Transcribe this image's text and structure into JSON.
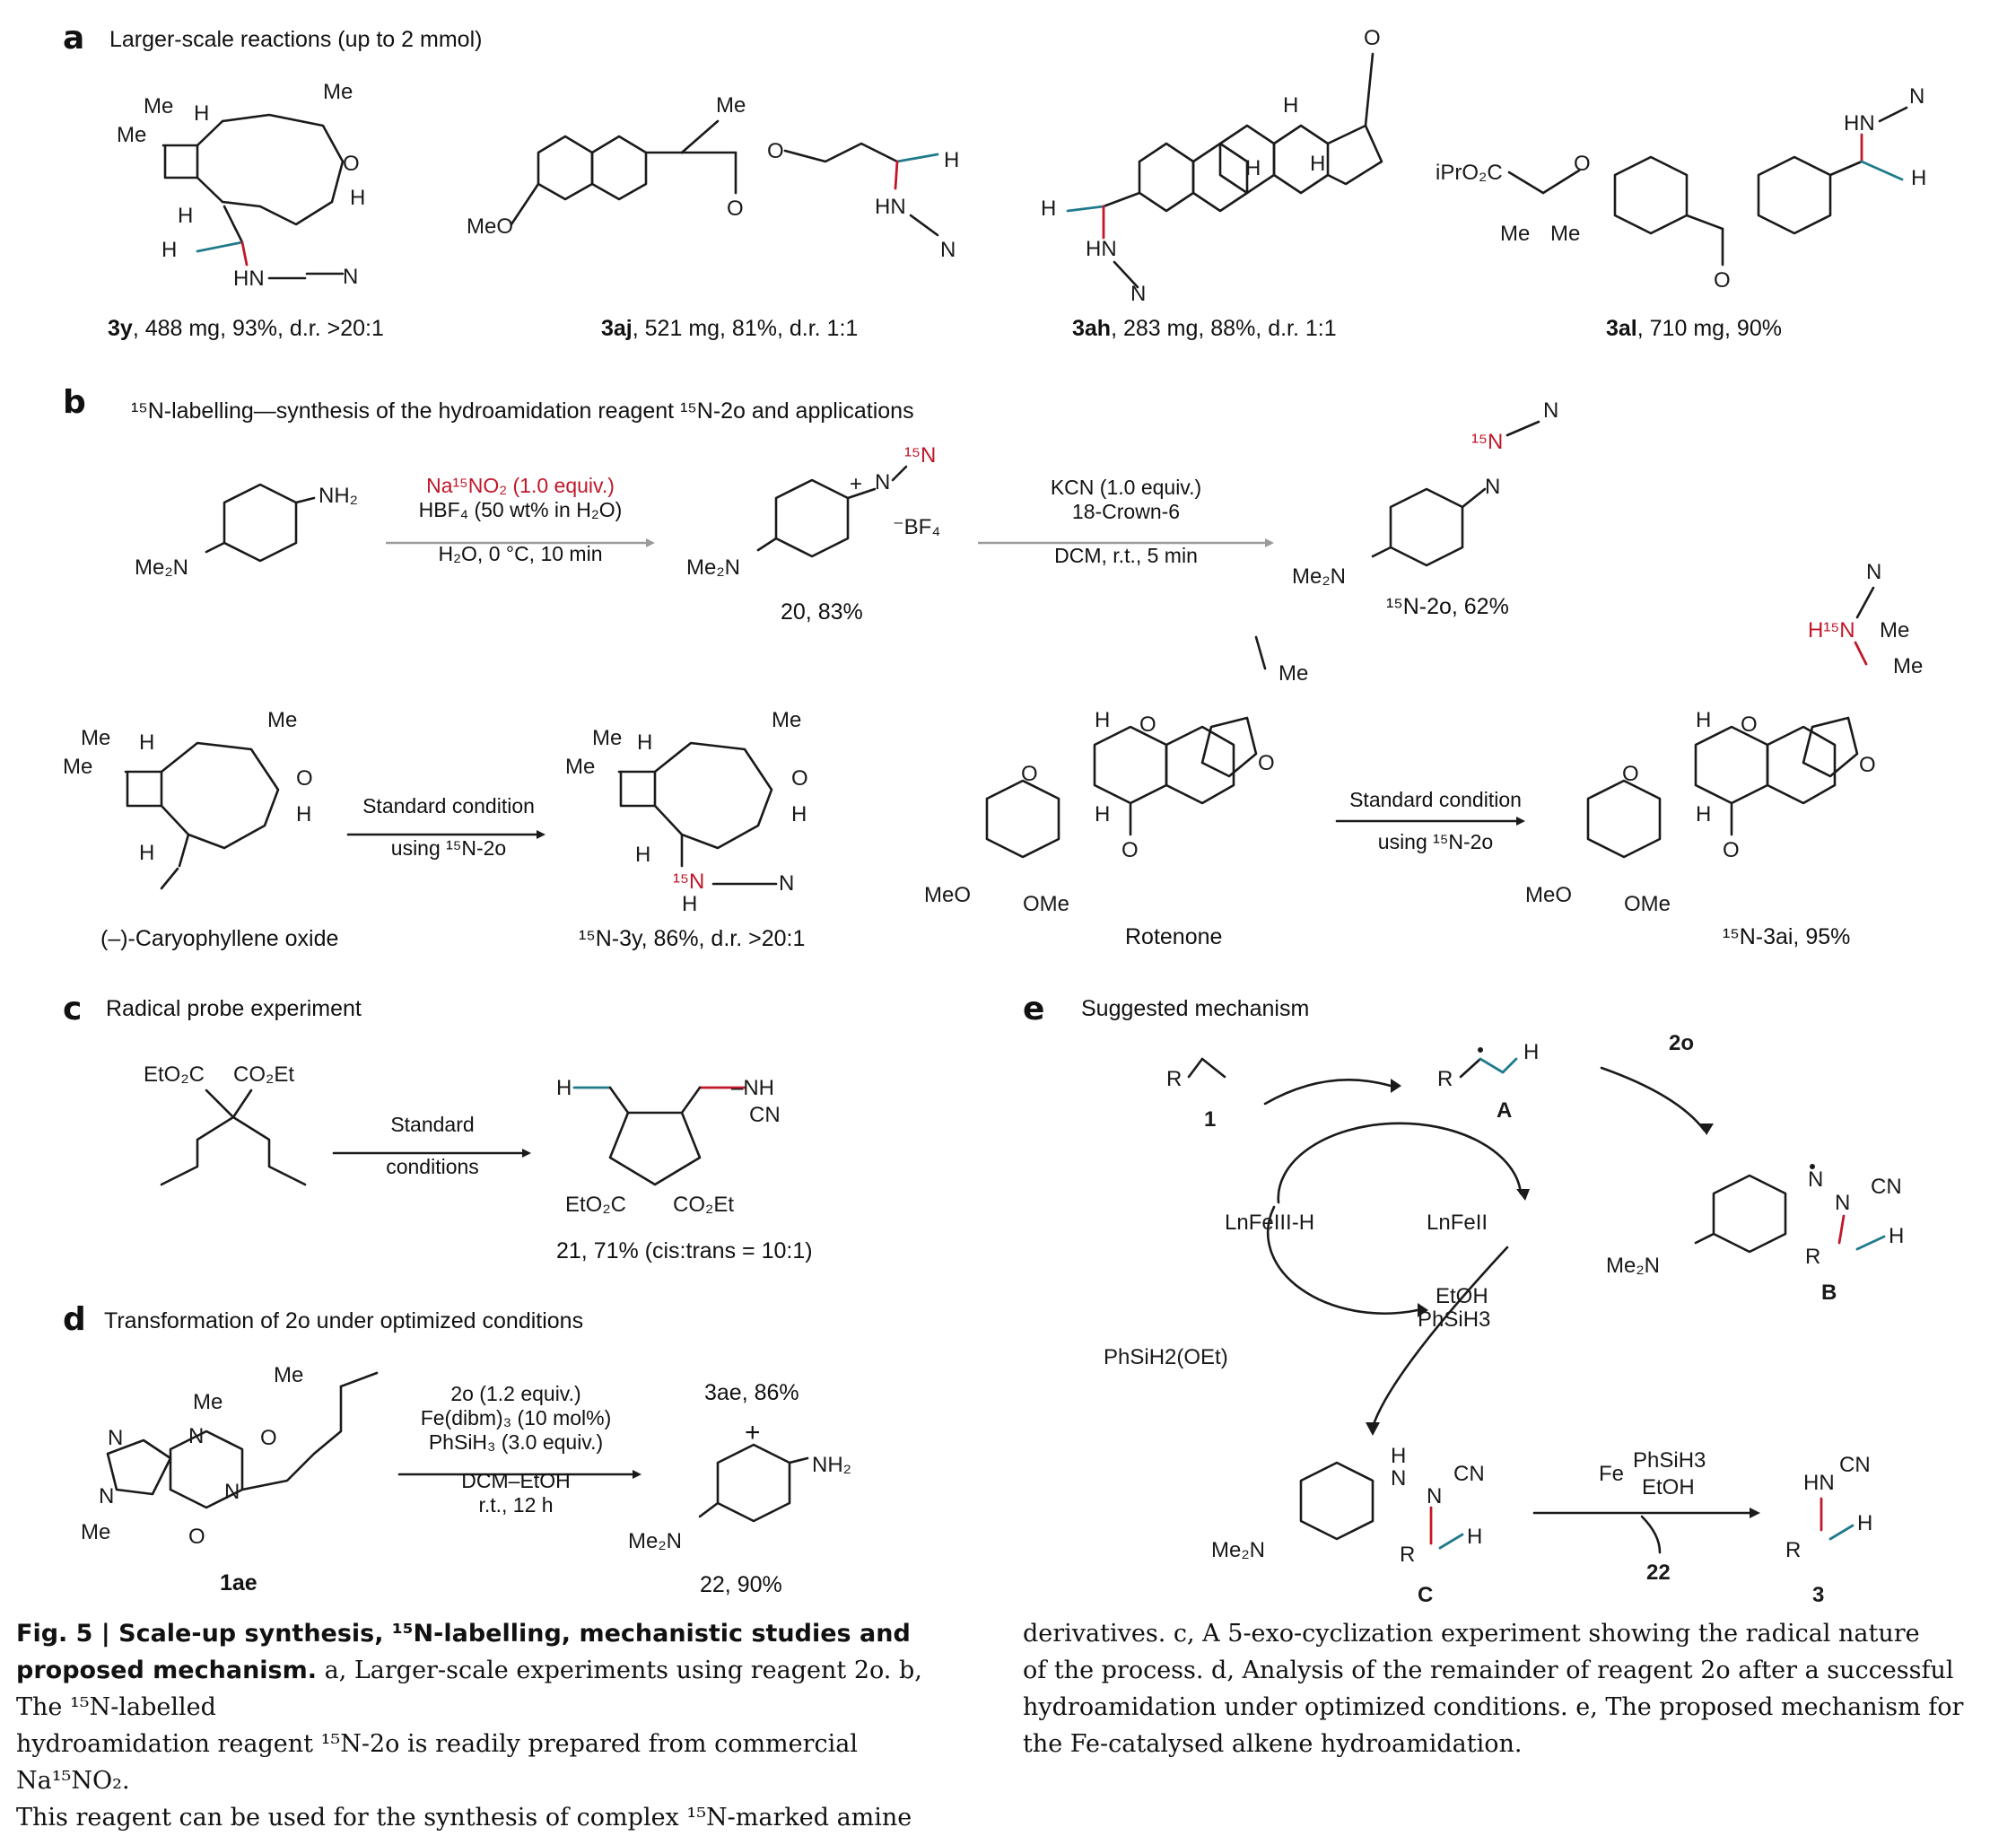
{
  "panels": {
    "a": {
      "letter": "a",
      "title": "Larger-scale reactions (up to 2 mmol)",
      "captions": [
        {
          "id": "3y",
          "rest": ", 488 mg, 93%, d.r. >20:1"
        },
        {
          "id": "3aj",
          "rest": ", 521 mg, 81%, d.r. 1:1"
        },
        {
          "id": "3ah",
          "rest": ", 283 mg, 88%, d.r. 1:1"
        },
        {
          "id": "3al",
          "rest": ", 710 mg, 90%"
        }
      ]
    },
    "b": {
      "letter": "b",
      "title": "¹⁵N-labelling—synthesis of the hydroamidation reagent ¹⁵N-2o and applications",
      "reagents1": {
        "line1": "Na¹⁵NO₂ (1.0 equiv.)",
        "line2": "HBF₄ (50 wt% in H₂O)",
        "line3": "H₂O, 0 °C, 10 min"
      },
      "reagents2": {
        "line1": "KCN (1.0 equiv.)",
        "line2": "18-Crown-6",
        "line3": "DCM, r.t., 5 min"
      },
      "cap20": "20, 83%",
      "cap15n2o": "¹⁵N-2o, 62%",
      "cond": {
        "line1": "Standard condition",
        "line2": "using ¹⁵N-2o"
      },
      "capCaryo": "(–)-Caryophyllene oxide",
      "cap3y": "¹⁵N-3y, 86%, d.r. >20:1",
      "capRoten": "Rotenone",
      "cap3ai": "¹⁵N-3ai, 95%"
    },
    "c": {
      "letter": "c",
      "title": "Radical probe experiment",
      "cond": {
        "line1": "Standard",
        "line2": "conditions"
      },
      "cap21": "21, 71% (cis:trans = 10:1)"
    },
    "d": {
      "letter": "d",
      "title": "Transformation of 2o under optimized conditions",
      "reagents": {
        "line1": "2o (1.2 equiv.)",
        "line2": "Fe(dibm)₃ (10 mol%)",
        "line3": "PhSiH₃ (3.0 equiv.)",
        "line4": "DCM–EtOH",
        "line5": "r.t., 12 h"
      },
      "cap1ae": "1ae",
      "cap3ae": "3ae, 86%",
      "plus": "+",
      "cap22": "22, 90%"
    },
    "e": {
      "letter": "e",
      "title": "Suggested mechanism",
      "labels": {
        "one": "1",
        "A": "A",
        "B": "B",
        "C": "C",
        "three": "3",
        "twentytwo": "22",
        "twoo": "2o",
        "feIII": "LnFeIII-H",
        "feII": "LnFeII",
        "etoh": "EtOH",
        "phsih3": "PhSiH3",
        "phsih2": "PhSiH2(OEt)",
        "fe": "Fe",
        "cat1": "PhSiH3",
        "cat2": "EtOH"
      }
    }
  },
  "footer": {
    "fig": "Fig. 5 | Scale-up synthesis, ¹⁵N-labelling, mechanistic studies and proposed mechanism.",
    "left": [
      " a, Larger-scale experiments using reagent 2o. b, The ¹⁵N-labelled",
      "hydroamidation reagent ¹⁵N-2o is readily prepared from commercial Na¹⁵NO₂.",
      "This reagent can be used for the synthesis of complex ¹⁵N-marked amine"
    ],
    "right": [
      "derivatives. c, A 5-exo-cyclization experiment showing the radical nature",
      "of the process. d, Analysis of the remainder of reagent 2o after a successful",
      "hydroamidation under optimized conditions. e, The proposed mechanism for",
      "the Fe-catalysed alkene hydroamidation."
    ]
  }
}
